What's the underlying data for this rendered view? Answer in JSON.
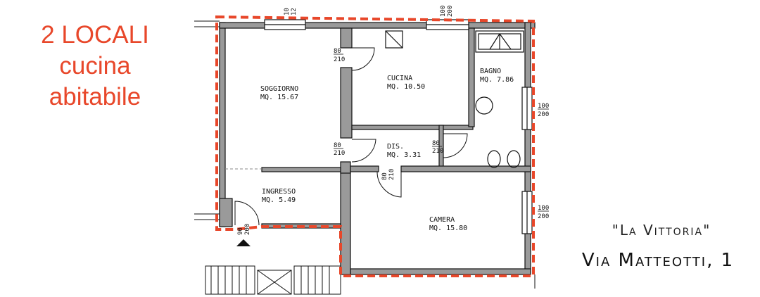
{
  "headline": [
    "2 LOCALI",
    "cucina",
    "abitabile"
  ],
  "rooms": {
    "soggiorno": {
      "name": "SOGGIORNO",
      "area": "MQ. 15.67"
    },
    "cucina": {
      "name": "CUCINA",
      "area": "MQ. 10.50"
    },
    "bagno": {
      "name": "BAGNO",
      "area": "MQ. 7.86"
    },
    "dis": {
      "name": "DIS.",
      "area": "MQ. 3.31"
    },
    "ingresso": {
      "name": "INGRESSO",
      "area": "MQ. 5.49"
    },
    "camera": {
      "name": "CAMERA",
      "area": "MQ. 15.80"
    }
  },
  "dimensions": {
    "door_w": "80",
    "door_h": "210",
    "window_top_left_w": "10",
    "window_top_left_h": "12",
    "window_w": "100",
    "window_h": "200",
    "entry_w": "90",
    "entry_h": "200"
  },
  "building_name": "\"La Vittoria\"",
  "address": "Via Matteotti, 1",
  "colors": {
    "accent": "#e8472a",
    "walls": "#111111"
  }
}
